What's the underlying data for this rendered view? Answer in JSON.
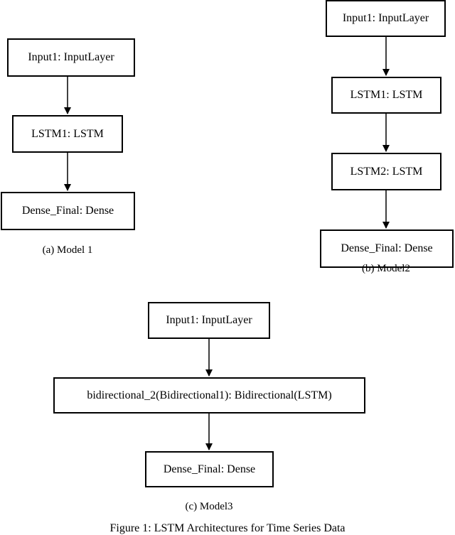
{
  "model1": {
    "nodes": [
      "Input1: InputLayer",
      "LSTM1: LSTM",
      "Dense_Final: Dense"
    ],
    "caption": "(a) Model 1"
  },
  "model2": {
    "nodes": [
      "Input1: InputLayer",
      "LSTM1: LSTM",
      "LSTM2: LSTM",
      "Dense_Final: Dense"
    ],
    "caption": "(b) Model2"
  },
  "model3": {
    "nodes": [
      "Input1: InputLayer",
      "bidirectional_2(Bidirectional1): Bidirectional(LSTM)",
      "Dense_Final: Dense"
    ],
    "caption": "(c) Model3"
  },
  "figure_caption": "Figure 1: LSTM Architectures for Time Series Data"
}
